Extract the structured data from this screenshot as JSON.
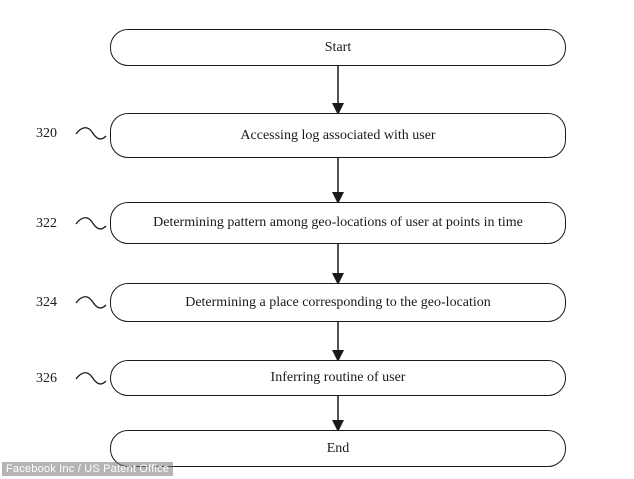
{
  "flowchart": {
    "start_label": "Start",
    "steps": [
      {
        "ref": "320",
        "label": "Accessing log associated with user"
      },
      {
        "ref": "322",
        "label": "Determining pattern among geo-locations of user at points in time"
      },
      {
        "ref": "324",
        "label": "Determining a place corresponding to the geo-location"
      },
      {
        "ref": "326",
        "label": "Inferring routine of user"
      }
    ],
    "end_label": "End"
  },
  "watermark": "Facebook Inc / US Patent Office",
  "colors": {
    "line": "#1a1a1a",
    "background": "#ffffff"
  }
}
